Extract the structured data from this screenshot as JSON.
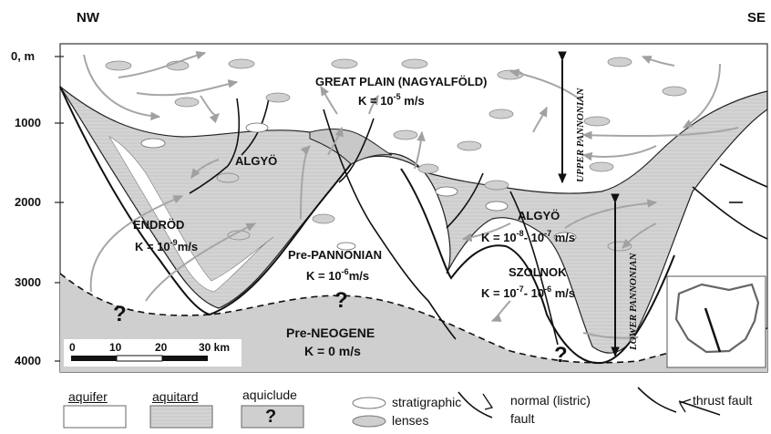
{
  "compass": {
    "left": "NW",
    "right": "SE"
  },
  "depth_axis": {
    "top_label": "0, m",
    "ticks": [
      "1000",
      "2000",
      "3000",
      "4000"
    ]
  },
  "regions": {
    "great_plain": {
      "name": "GREAT PLAIN (NAGYALFÖLD)",
      "k_prefix": "K = 10",
      "k_exp": "-5",
      "k_unit": " m/s"
    },
    "algyo_upper": {
      "name": "ALGYÖ"
    },
    "endrod": {
      "name": "ENDRÖD",
      "k_prefix": "K = 10",
      "k_exp": "-9",
      "k_unit": "m/s"
    },
    "pre_pannonian": {
      "name": "Pre-PANNONIAN",
      "k_prefix": "K = 10",
      "k_exp": "-6",
      "k_unit": "m/s"
    },
    "algyo_lower": {
      "name": "ALGYÖ",
      "k_prefix": "K = 10",
      "k_exp1": "-8",
      "k_mid": "- 10",
      "k_exp2": "-7",
      "k_unit": " m/s"
    },
    "szolnok": {
      "name": "SZOLNOK",
      "k_prefix": "K = 10",
      "k_exp1": "-7",
      "k_mid": "- 10",
      "k_exp2": "-6",
      "k_unit": " m/s"
    },
    "pre_neogene": {
      "name": "Pre-NEOGENE",
      "k_text": "K = 0 m/s"
    }
  },
  "unit_labels": {
    "upper": "UPPER PANNONIAN",
    "lower": "LOWER PANNONIAN"
  },
  "question_mark": "?",
  "scale_bar": {
    "labels": [
      "0",
      "10",
      "20",
      "30 km"
    ]
  },
  "legend": {
    "aquifer": "aquifer",
    "aquitard": "aquitard",
    "aquiclude": "aquiclude",
    "aquiclude_symbol": "?",
    "lenses_line1": "stratigraphic",
    "lenses_line2": "lenses",
    "normal_fault_line1": "normal (listric)",
    "normal_fault_line2": "fault",
    "thrust_fault": "thrust fault"
  },
  "colors": {
    "aquitard": "#d2d2d2",
    "aquiclude": "#c8c8c8",
    "flow_arrow": "#a8a8a8",
    "lens": "#cfcfcf"
  }
}
